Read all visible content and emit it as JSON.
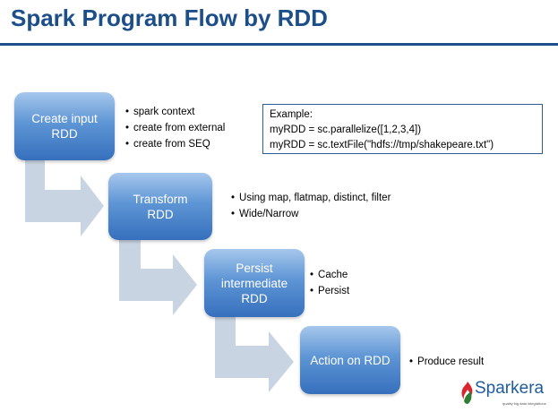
{
  "title": "Spark Program Flow by RDD",
  "steps": [
    {
      "label": "Create input\nRDD",
      "bullets": [
        "spark context",
        "create from external",
        "create from SEQ"
      ]
    },
    {
      "label": "Transform\nRDD",
      "bullets": [
        "Using map, flatmap, distinct, filter",
        "Wide/Narrow"
      ]
    },
    {
      "label": "Persist\nintermediate\nRDD",
      "bullets": [
        "Cache",
        "Persist"
      ]
    },
    {
      "label": "Action on RDD",
      "bullets": [
        "Produce result"
      ]
    }
  ],
  "example": {
    "heading": "Example:",
    "lines": [
      "myRDD = sc.parallelize([1,2,3,4])",
      "myRDD = sc.textFile(\"hdfs://tmp/shakepeare.txt\")"
    ]
  },
  "logo": {
    "name": "Sparkera",
    "tagline": "quality big data integrations"
  },
  "colors": {
    "title": "#1c4f8a",
    "rule": "#1f4e8c",
    "box": "#5e95d5",
    "arrow": "#c9d4e2"
  }
}
